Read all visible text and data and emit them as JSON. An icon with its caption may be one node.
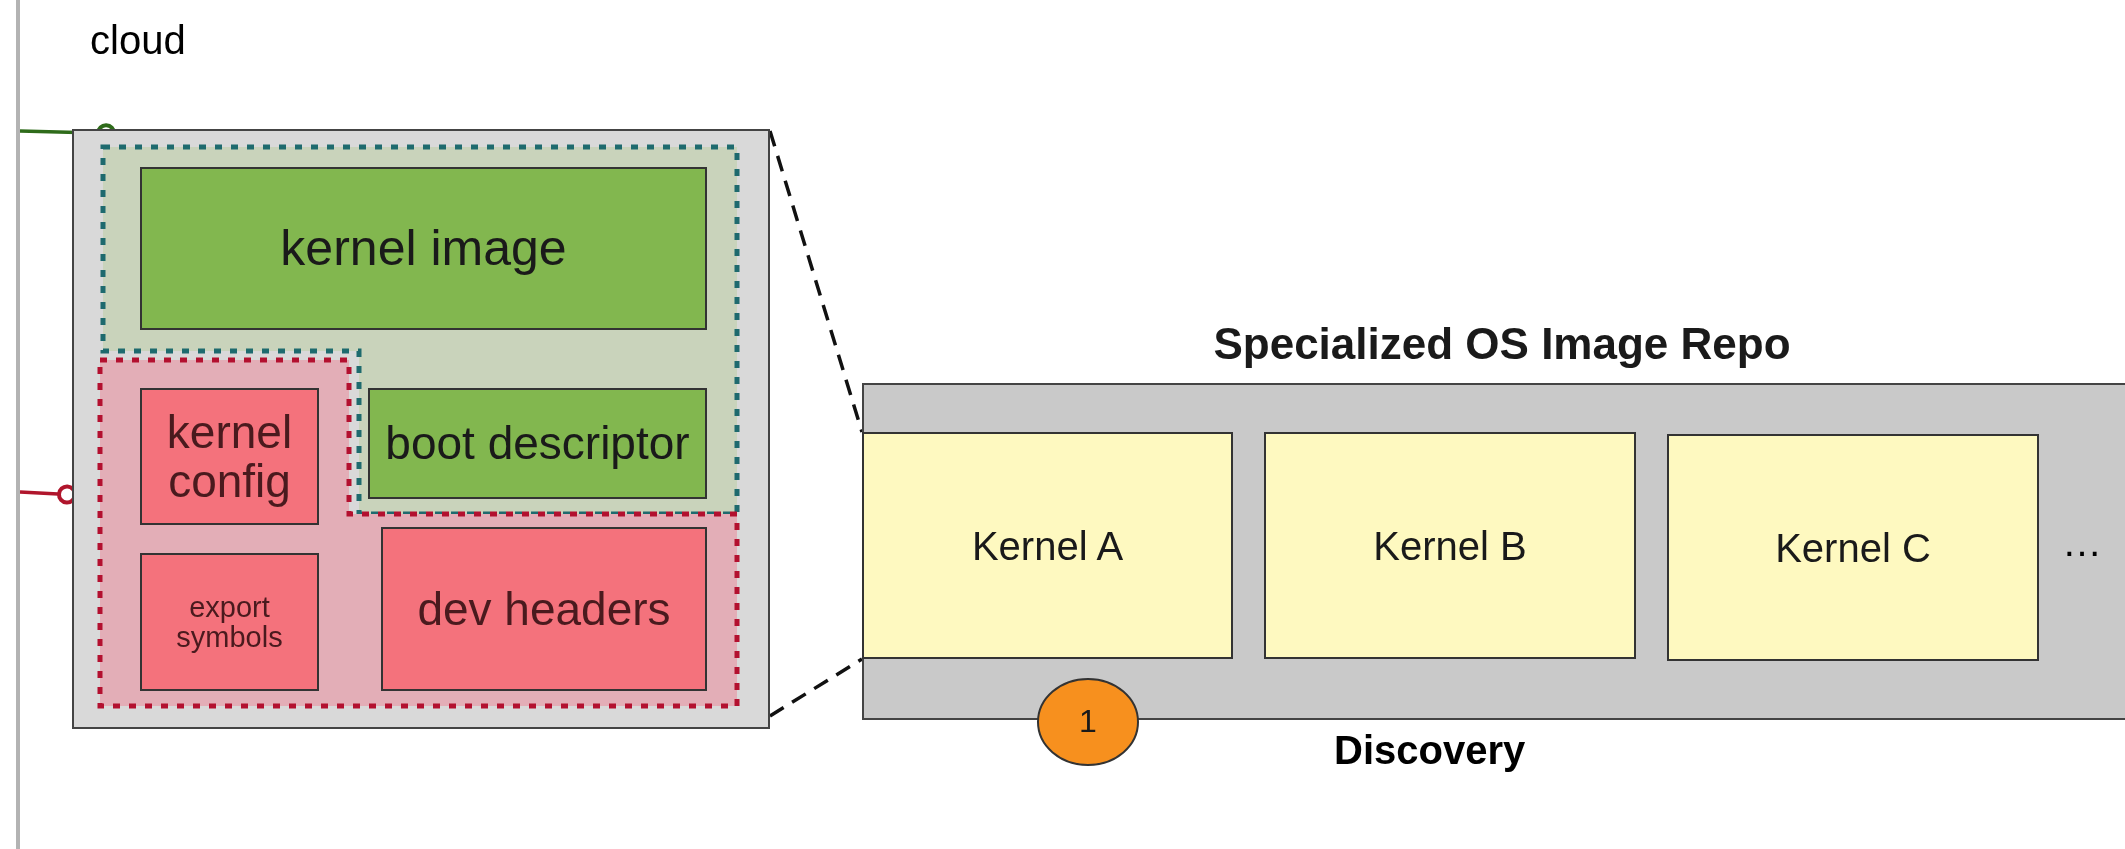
{
  "diagram": {
    "nodes": [
      {
        "text": [],
        "shape": "bar"
      },
      {
        "text": [],
        "shape": "box"
      },
      {
        "text": [],
        "shape": "box",
        "in": 1
      },
      {
        "text": [
          "kernel image"
        ],
        "in": 2
      },
      {
        "text": [
          "boot descriptor"
        ],
        "in": 2
      },
      {
        "text": [],
        "shape": "box",
        "in": 1
      },
      {
        "text": [
          "kernel config"
        ],
        "in": 5
      },
      {
        "text": [
          "export symbols"
        ],
        "in": 5
      },
      {
        "text": [
          "dev headers"
        ],
        "in": 5
      },
      {
        "text": [
          "Specialized OS Image Repo"
        ]
      },
      {
        "text": [
          "Kernel A"
        ],
        "in": 9
      },
      {
        "text": [
          "Kernel B"
        ],
        "in": 9
      },
      {
        "text": [
          "Kernel C"
        ],
        "in": 9
      },
      {
        "text": [
          "1"
        ]
      }
    ],
    "edges": [
      {
        "from": 0,
        "to": 2,
        "arrow": "other",
        "color": "#2e6b1a"
      },
      {
        "from": 0,
        "to": 5,
        "arrow": "other",
        "color": "#b0152c"
      },
      {
        "from": 1,
        "to": 10,
        "arrow": "none",
        "style": "dashed"
      },
      {
        "from": 1,
        "to": 10,
        "arrow": "none",
        "style": "dashed"
      }
    ],
    "labels": [
      "cloud",
      "…",
      "Discovery"
    ]
  }
}
